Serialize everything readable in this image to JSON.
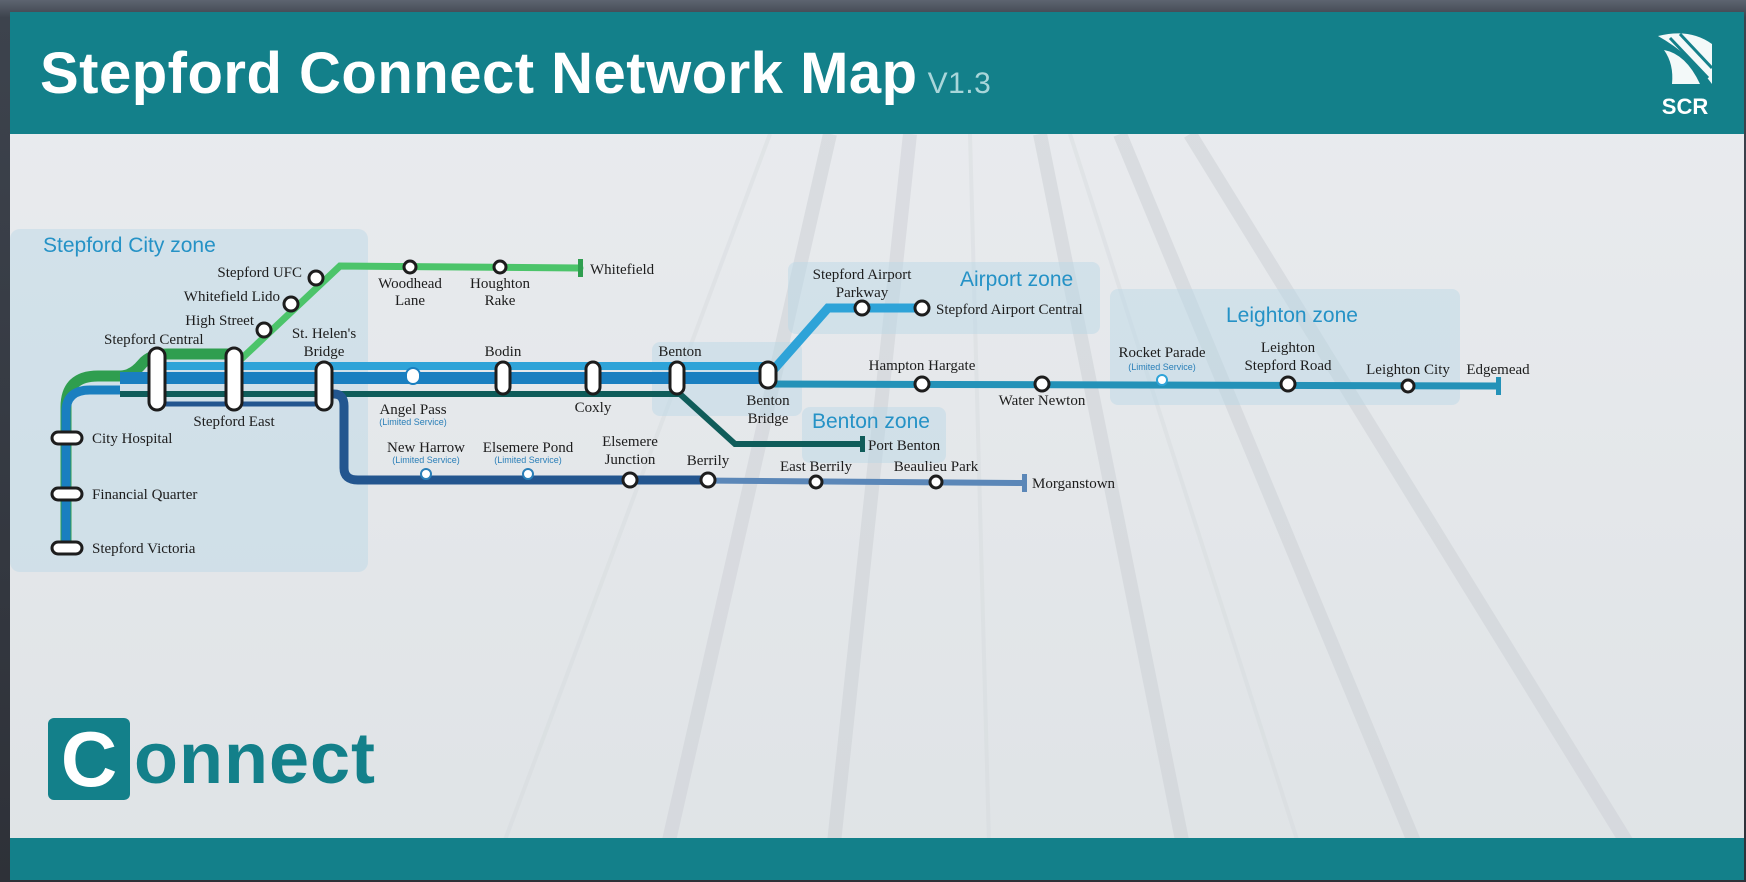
{
  "header": {
    "title": "Stepford Connect Network Map",
    "version": "V1.3",
    "logo_text": "SCR"
  },
  "brand": {
    "logo_initial": "C",
    "logo_rest": "onnect"
  },
  "colors": {
    "teal": "#13808a",
    "line_green": "#2f9e4f",
    "line_light_green": "#4cc46a",
    "line_blue": "#1a7fc0",
    "line_light_blue": "#2ea3d8",
    "line_dark_blue": "#23568f",
    "line_dark_teal": "#0f5c5a",
    "zone_text": "#2592c6"
  },
  "zones": {
    "city": "Stepford City zone",
    "airport": "Airport zone",
    "leighton": "Leighton zone",
    "benton": "Benton zone"
  },
  "limited_service": "(Limited Service)",
  "stations": {
    "stepford_ufc": "Stepford UFC",
    "whitefield_lido": "Whitefield Lido",
    "high_street": "High Street",
    "stepford_central": "Stepford Central",
    "st_helens_1": "St. Helen's",
    "st_helens_2": "Bridge",
    "woodhead_1": "Woodhead",
    "woodhead_2": "Lane",
    "houghton_1": "Houghton",
    "houghton_2": "Rake",
    "whitefield": "Whitefield",
    "bodin": "Bodin",
    "benton": "Benton",
    "airport_parkway_1": "Stepford Airport",
    "airport_parkway_2": "Parkway",
    "airport_central": "Stepford Airport Central",
    "hampton_hargate": "Hampton Hargate",
    "rocket_parade": "Rocket Parade",
    "leighton_stepford_1": "Leighton",
    "leighton_stepford_2": "Stepford Road",
    "leighton_city": "Leighton City",
    "edgemead": "Edgemead",
    "water_newton": "Water Newton",
    "angel_pass": "Angel Pass",
    "coxly": "Coxly",
    "benton_bridge_1": "Benton",
    "benton_bridge_2": "Bridge",
    "port_benton": "Port Benton",
    "stepford_east": "Stepford East",
    "city_hospital": "City Hospital",
    "financial_quarter": "Financial Quarter",
    "stepford_victoria": "Stepford Victoria",
    "new_harrow": "New Harrow",
    "elsemere_pond": "Elsemere Pond",
    "elsemere_junction_1": "Elsemere",
    "elsemere_junction_2": "Junction",
    "berrily": "Berrily",
    "east_berrily": "East Berrily",
    "beaulieu_park": "Beaulieu Park",
    "morganstown": "Morganstown"
  }
}
